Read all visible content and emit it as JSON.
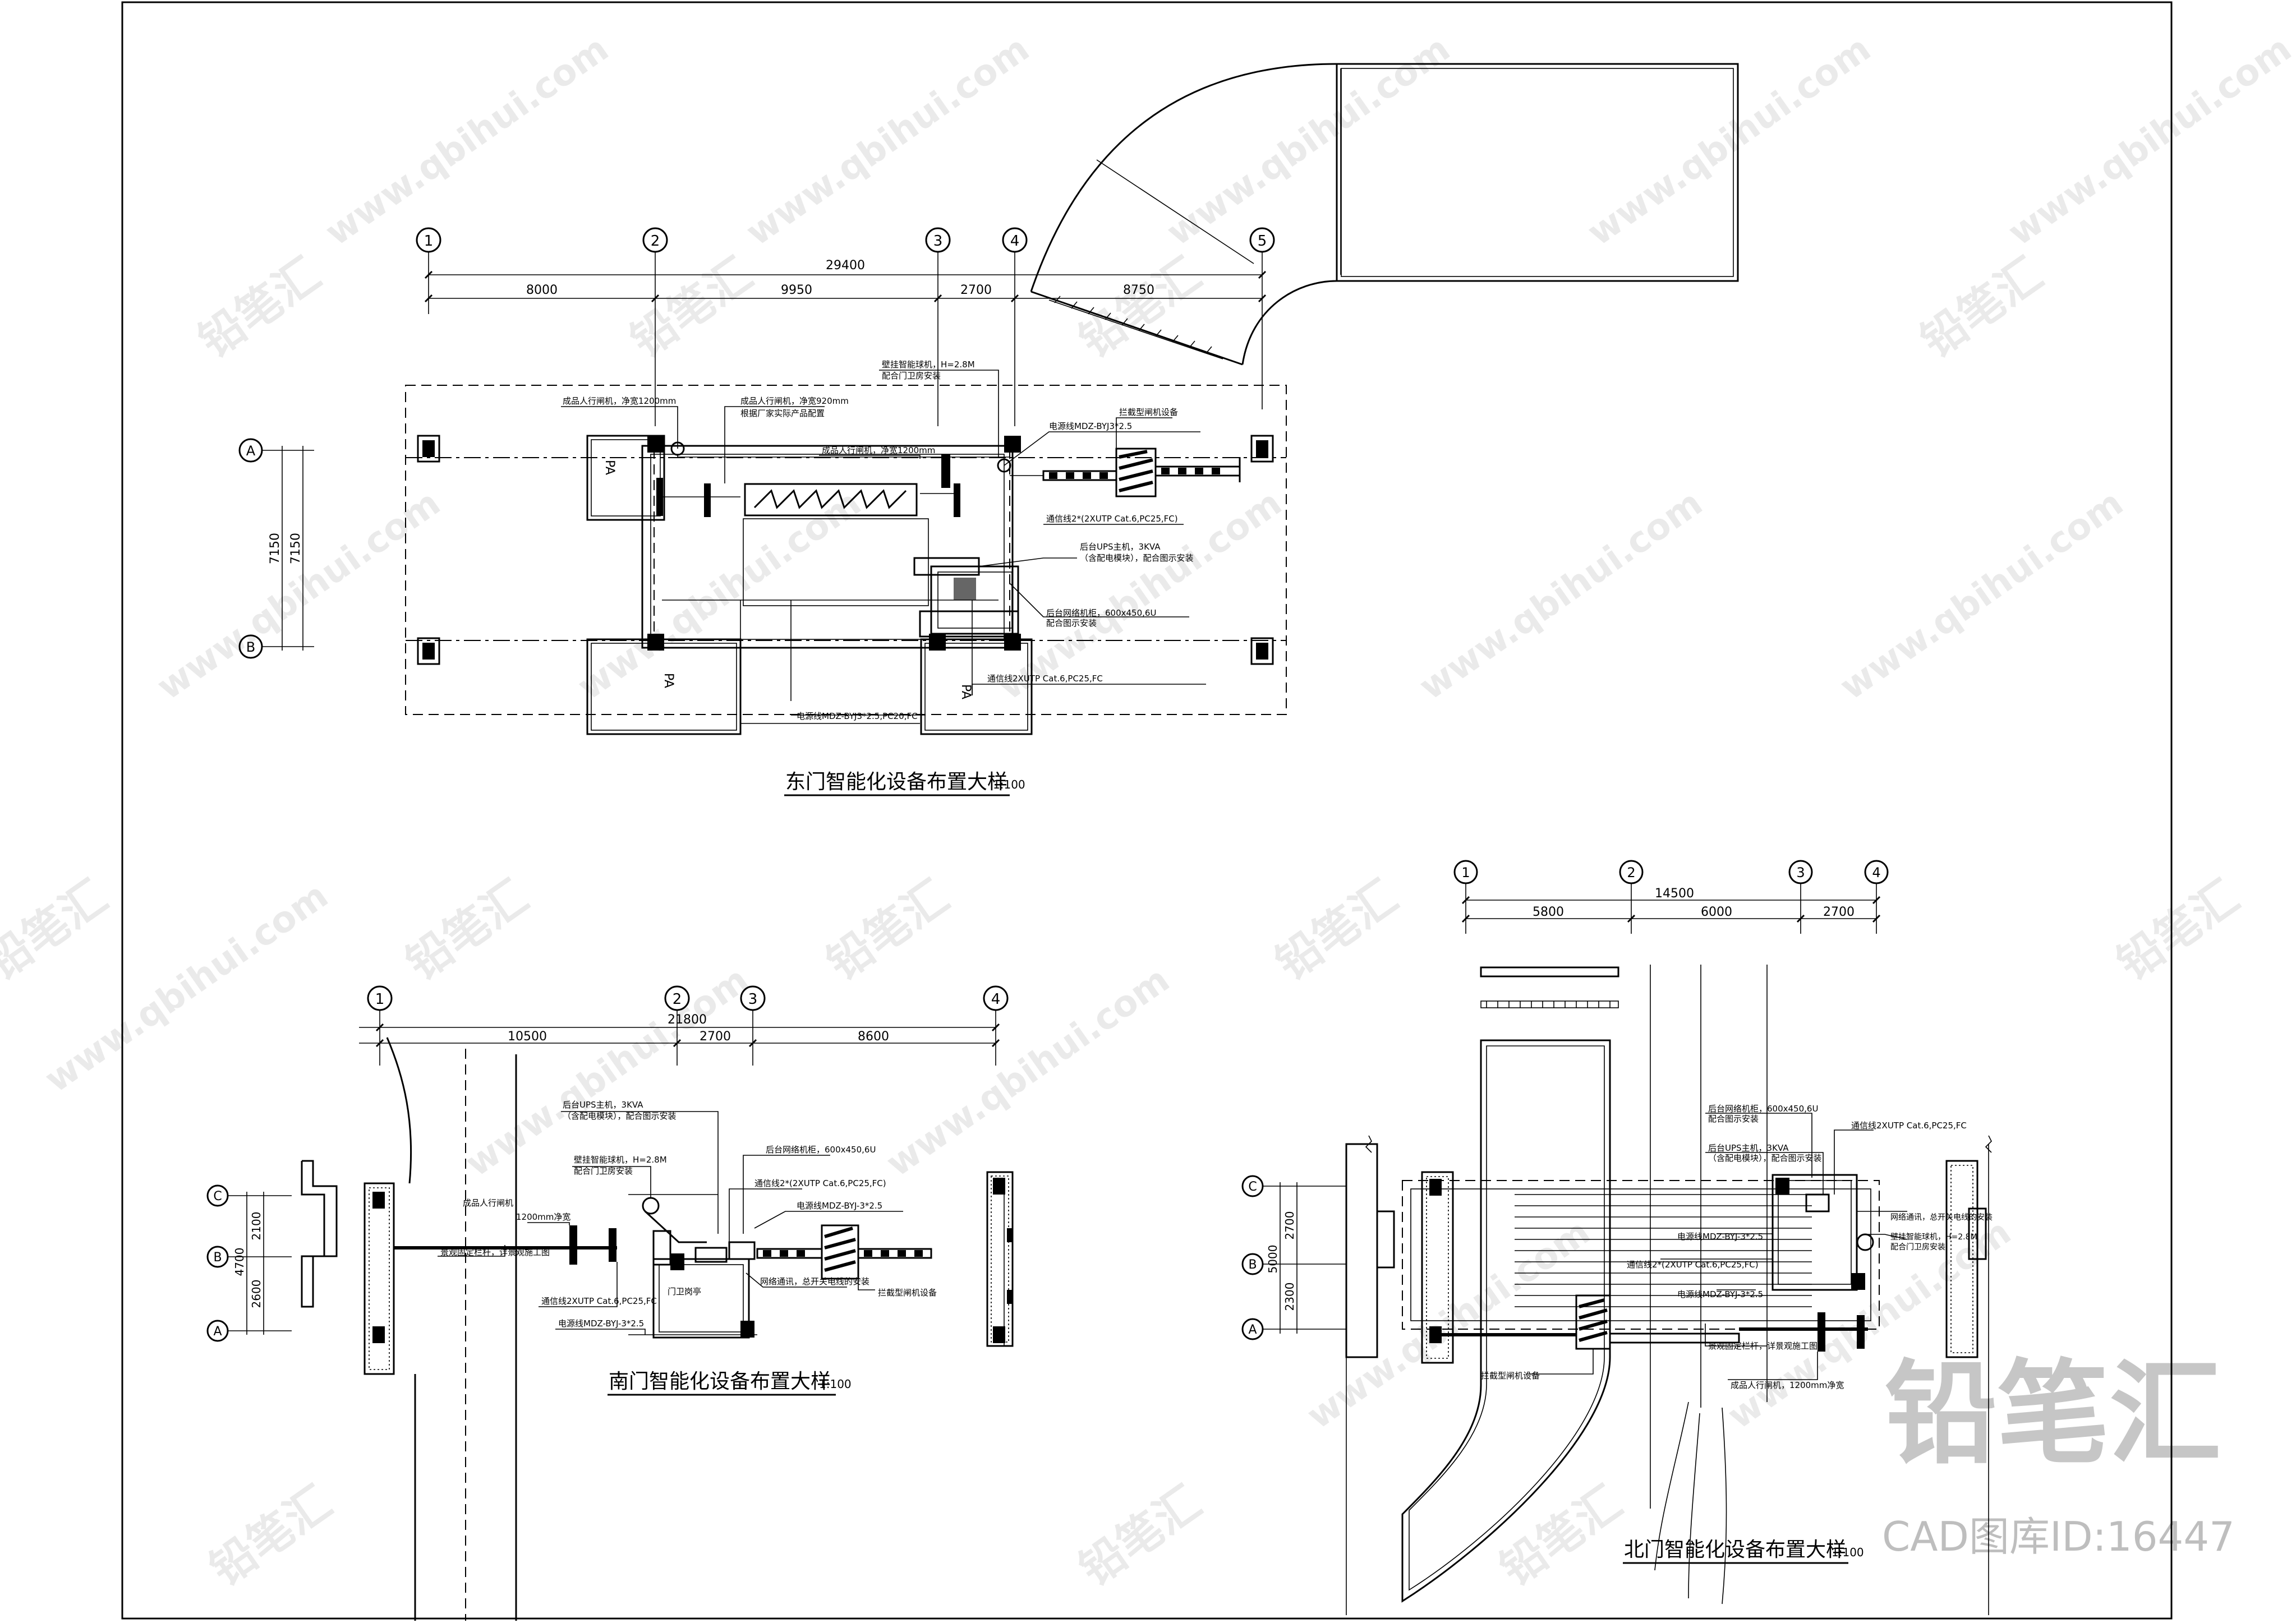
{
  "watermark": {
    "site": "www.qbihui.com",
    "brand": "铅笔汇",
    "cad_id": "CAD图库ID:16447"
  },
  "east": {
    "title": "东门智能化设备布置大样",
    "scale": "1:100",
    "grid": [
      "1",
      "2",
      "3",
      "4",
      "5"
    ],
    "rows": [
      "A",
      "B"
    ],
    "dims": {
      "total": "29400",
      "d12": "8000",
      "d23": "9950",
      "d34": "2700",
      "d45": "8750",
      "v1": "7150",
      "v2": "7150"
    },
    "notes": {
      "n1": "成品人行闸机，净宽1200mm",
      "n2": "成品人行闸机，净宽920mm",
      "n3": "根据厂家实际产品配置",
      "n4": "壁挂智能球机，H=2.8M",
      "n5": "配合门卫房安装",
      "n6": "电源线MDZ-BYJ3*2.5",
      "n7": "拦截型闸机设备",
      "n8": "成品人行闸机，净宽1200mm",
      "n9": "通信线2*(2XUTP Cat.6,PC25,FC)",
      "n10": "后台UPS主机，3KVA",
      "n11": "（含配电模块），配合图示安装",
      "n12": "后台网络机柜，600x450,6U",
      "n13": "配合图示安装",
      "n14": "通信线2XUTP Cat.6,PC25,FC",
      "n15": "电源线MDZ-BYJ3*2.5,PC20,FC",
      "pa1": "PA",
      "pa2": "PA",
      "pa3": "PA"
    }
  },
  "south": {
    "title": "南门智能化设备布置大样",
    "scale": "1:100",
    "grid": [
      "1",
      "2",
      "3",
      "4"
    ],
    "rows": [
      "C",
      "B",
      "A"
    ],
    "dims": {
      "total": "21800",
      "d12": "10500",
      "d23": "2700",
      "d34": "8600",
      "v1": "2100",
      "v2": "2600",
      "vt": "4700"
    },
    "notes": {
      "n1": "后台UPS主机，3KVA",
      "n2": "（含配电模块），配合图示安装",
      "n3": "壁挂智能球机，H=2.8M",
      "n4": "配合门卫房安装",
      "n5": "成品人行闸机",
      "n6": "1200mm净宽",
      "n7": "景观固定栏杆，详景观施工图",
      "n8": "后台网络机柜，600x450,6U",
      "n9": "通信线2*(2XUTP Cat.6,PC25,FC)",
      "n10": "电源线MDZ-BYJ-3*2.5",
      "n11": "网络通讯，总开关电线的安装",
      "n12": "拦截型闸机设备",
      "n13": "通信线2XUTP Cat.6,PC25,FC",
      "n14": "电源线MDZ-BYJ-3*2.5",
      "n15": "门卫岗亭"
    }
  },
  "north": {
    "title": "北门智能化设备布置大样",
    "scale": "1:100",
    "grid": [
      "1",
      "2",
      "3",
      "4"
    ],
    "rows": [
      "C",
      "B",
      "A"
    ],
    "dims": {
      "total": "14500",
      "d12": "5800",
      "d23": "6000",
      "d34": "2700",
      "v1": "2700",
      "v2": "2300",
      "vt": "5000"
    },
    "notes": {
      "n1": "后台网络机柜，600x450,6U",
      "n2": "配合图示安装",
      "n3": "后台UPS主机，3KVA",
      "n4": "（含配电模块），配合图示安装",
      "n5": "通信线2XUTP Cat.6,PC25,FC",
      "n6": "网络通讯，总开关电线的安装",
      "n7": "壁挂智能球机，H=2.8M",
      "n8": "配合门卫房安装",
      "n9": "电源线MDZ-BYJ-3*2.5",
      "n10": "通信线2*(2XUTP Cat.6,PC25,FC)",
      "n11": "电源线MDZ-BYJ-3*2.5",
      "n12": "景观固定栏杆，详景观施工图",
      "n13": "拦截型闸机设备",
      "n14": "成品人行闸机，1200mm净宽"
    }
  }
}
